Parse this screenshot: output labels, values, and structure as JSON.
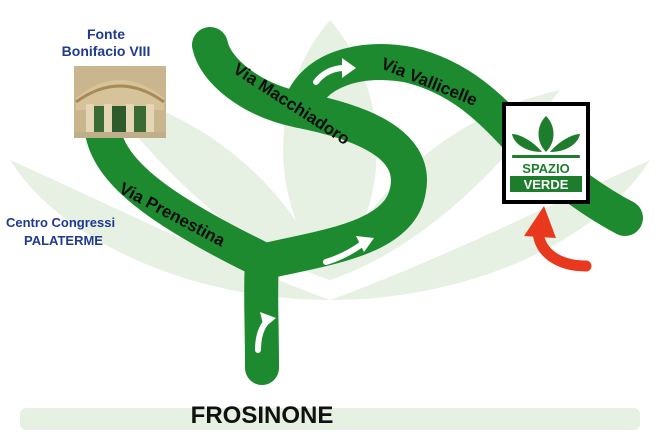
{
  "map": {
    "destination_city": "FROSINONE",
    "places": {
      "fonte_title_line1": "Fonte",
      "fonte_title_line2": "Bonifacio VIII",
      "congress_line1": "Centro Congressi",
      "congress_line2": "PALATERME"
    },
    "roads": {
      "prenestina": "Via Prenestina",
      "macchiadoro": "Via Macchiadoro",
      "vallicelle": "Via Vallicelle"
    },
    "logo": {
      "line1": "SPAZIO",
      "line2": "VERDE"
    }
  },
  "colors": {
    "road": "#1e8a2f",
    "road_edge": "#0e5a1a",
    "label_blue": "#1f3a8f",
    "marker_red": "#e8391e",
    "watermark": "#e7f1e3",
    "logo_green": "#1e7d2c"
  },
  "icons": {
    "direction_arrows": "white-curved-arrow",
    "destination_marker": "red-curved-arrow"
  }
}
